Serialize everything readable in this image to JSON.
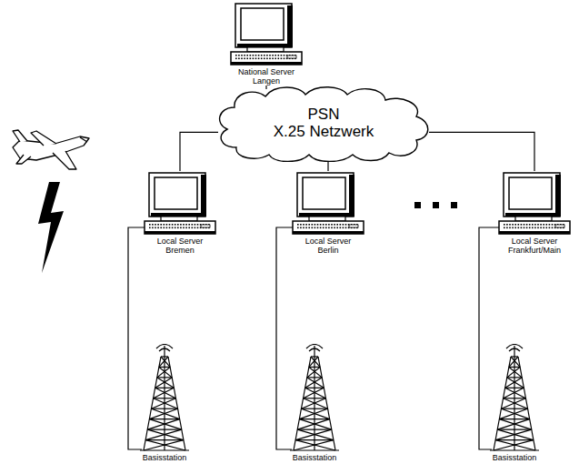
{
  "diagram": {
    "nodes": [
      {
        "text": [
          "National Server Langen"
        ]
      },
      {
        "text": [
          "PSN",
          "X.25 Netzwerk"
        ]
      },
      {
        "text": [
          "Local Server Bremen"
        ]
      },
      {
        "text": [
          "Local Server Berlin"
        ]
      },
      {
        "text": [
          "Local Server Frankfurt/Main"
        ]
      },
      {
        "text": [
          "Basisstation"
        ]
      },
      {
        "text": [
          "Basisstation"
        ]
      },
      {
        "text": [
          "Basisstation"
        ]
      }
    ],
    "edges": [
      {
        "from": 0,
        "to": 1,
        "arrow": "none"
      },
      {
        "from": 1,
        "to": 2,
        "arrow": "none"
      },
      {
        "from": 1,
        "to": 3,
        "arrow": "none"
      },
      {
        "from": 1,
        "to": 4,
        "arrow": "none"
      },
      {
        "from": 2,
        "to": 5,
        "arrow": "none"
      },
      {
        "from": 3,
        "to": 6,
        "arrow": "none"
      },
      {
        "from": 4,
        "to": 7,
        "arrow": "none"
      }
    ]
  }
}
